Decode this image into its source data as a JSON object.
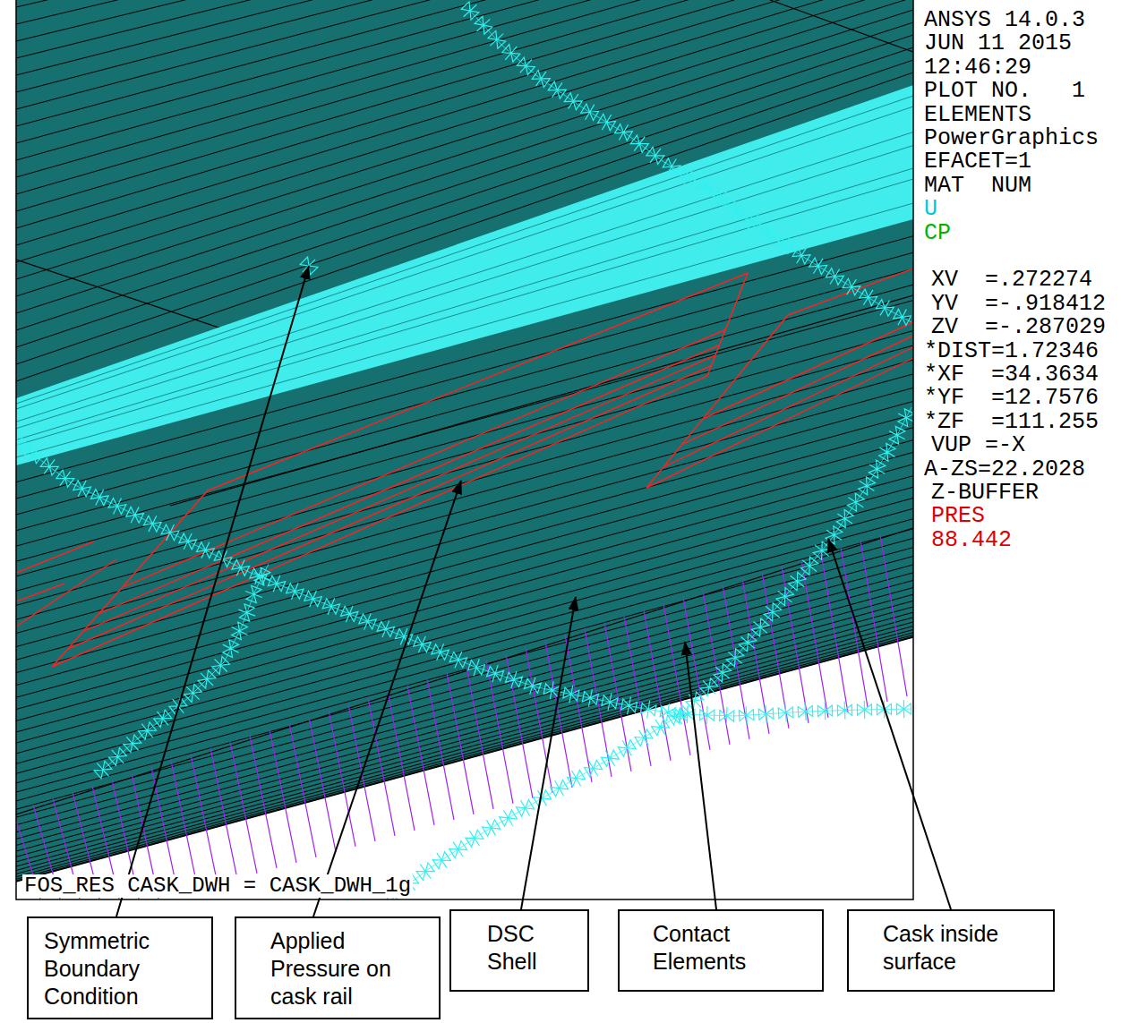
{
  "diagram": {
    "nodes": [
      {
        "text": [
          "Symmetric Boundary Condition"
        ]
      },
      {
        "text": [
          "Applied Pressure on cask rail"
        ]
      },
      {
        "text": [
          "DSC Shell"
        ]
      },
      {
        "text": [
          "Contact Elements"
        ]
      },
      {
        "text": [
          "Cask inside surface"
        ]
      }
    ],
    "labels": [
      "ANSYS 14.0.3",
      "JUN 11 2015",
      "12:46:29",
      "PLOT NO.   1",
      "ELEMENTS",
      "PowerGraphics",
      "EFACET=1",
      "MAT  NUM",
      "U",
      "CP",
      "XV  =.272274",
      "YV  =-.918412",
      "ZV  =-.287029",
      "*DIST=1.72346",
      "*XF  =34.3634",
      "*YF  =12.7576",
      "*ZF  =111.255",
      "VUP =-X",
      "A-ZS=22.2028",
      "Z-BUFFER",
      "PRES",
      "88.442",
      "FOS_RES CASK_DWH = CASK_DWH_1g"
    ]
  }
}
